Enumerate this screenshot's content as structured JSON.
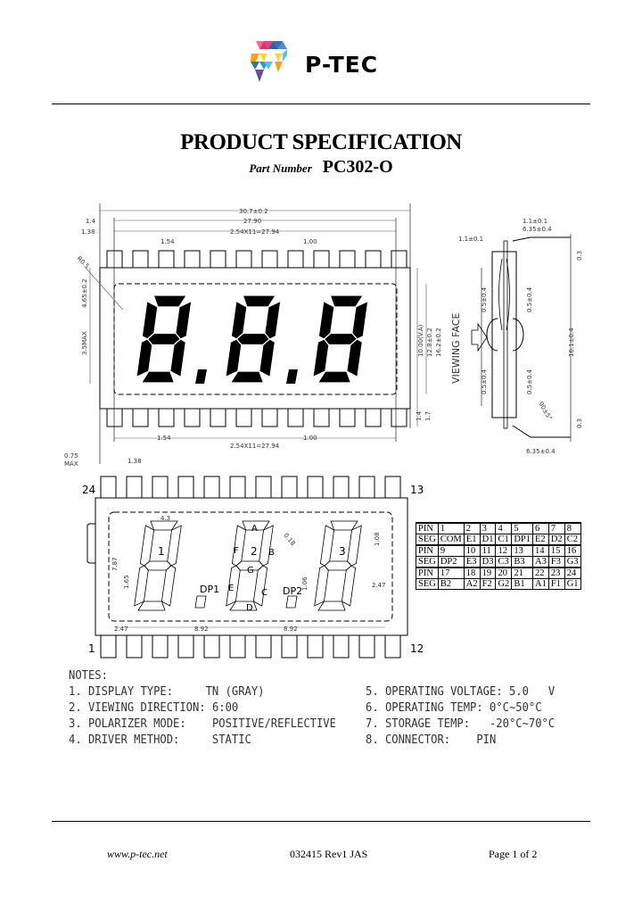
{
  "header": {
    "brand": "P-TEC",
    "logo_colors": [
      "#e8407a",
      "#3a6fb8",
      "#f7a21b",
      "#5bc0eb",
      "#6a4c9c",
      "#ffd23f"
    ]
  },
  "title": "PRODUCT SPECIFICATION",
  "part": {
    "label": "Part Number",
    "value": "PC302-O"
  },
  "front_view": {
    "dims": {
      "overall_width": "30.7±0.2",
      "inner_width": "27.90",
      "pitch_total": "2.54X11=27.94",
      "left_1": "1.4",
      "left_2": "1.38",
      "pin_w": "1.54",
      "pin_gap": "1.00",
      "radius": "R0.5",
      "height_top": "4.65±0.2",
      "seg_h": "3.5MAX",
      "va_h": "10.00(V.A)",
      "glass_h": "12.8±0.2",
      "total_h": "16.2±0.2",
      "bottom_1": "1.4",
      "bottom_2": "1.7",
      "pin_w_b": "1.54",
      "pin_gap_b": "1.00",
      "pitch_total_b": "2.54X11=27.94",
      "lead_t": "0.75",
      "lead_t_max": "MAX",
      "left_b": "1.38"
    }
  },
  "side_view": {
    "label": "VIEWING FACE",
    "dims": {
      "d1": "1.1±0.1",
      "d2": "1.1±0.1",
      "d3": "6.35±0.4",
      "d4": "0.3",
      "d5": "0.5±0.4",
      "d6": "0.5±0.4",
      "d7": "0.5±0.4",
      "d8": "0.5±0.4",
      "d9": "16.1±0.4",
      "angle": "90±5°",
      "d10": "0.3",
      "d11": "6.35±0.4"
    }
  },
  "segment_view": {
    "pin_labels": {
      "top_left": "24",
      "top_right": "13",
      "bottom_left": "1",
      "bottom_right": "12"
    },
    "digits": [
      "1",
      "2",
      "3"
    ],
    "segments": {
      "a": "A",
      "b": "B",
      "c": "C",
      "d": "D",
      "e": "E",
      "f": "F",
      "g": "G"
    },
    "dp": [
      "DP1",
      "DP2"
    ],
    "dims": {
      "w": "4.3",
      "h": "7.87",
      "low": "1.65",
      "stroke": "0.18",
      "dp_h": "1.06",
      "top": "1.08",
      "right": "2.47",
      "left": "2.47",
      "pitch1": "8.92",
      "pitch2": "8.92"
    }
  },
  "pin_table": [
    [
      "PIN",
      "1",
      "2",
      "3",
      "4",
      "5",
      "6",
      "7",
      "8"
    ],
    [
      "SEG",
      "COM",
      "E1",
      "D1",
      "C1",
      "DP1",
      "E2",
      "D2",
      "C2"
    ],
    [
      "PIN",
      "9",
      "10",
      "11",
      "12",
      "13",
      "14",
      "15",
      "16"
    ],
    [
      "SEG",
      "DP2",
      "E3",
      "D3",
      "C3",
      "B3",
      "A3",
      "F3",
      "G3"
    ],
    [
      "PIN",
      "17",
      "18",
      "19",
      "20",
      "21",
      "22",
      "23",
      "24"
    ],
    [
      "SEG",
      "B2",
      "A2",
      "F2",
      "G2",
      "B1",
      "A1",
      "F1",
      "G1"
    ]
  ],
  "notes": {
    "heading": "NOTES:",
    "left": [
      {
        "label": "1. DISPLAY TYPE:",
        "value": "TN (GRAY)"
      },
      {
        "label": "2. VIEWING DIRECTION:",
        "value": "6:00"
      },
      {
        "label": "3. POLARIZER MODE:",
        "value": "POSITIVE/REFLECTIVE"
      },
      {
        "label": "4. DRIVER METHOD:",
        "value": "STATIC"
      }
    ],
    "right": [
      {
        "label": "5. OPERATING VOLTAGE:",
        "value": "5.0   V"
      },
      {
        "label": "6. OPERATING TEMP:",
        "value": "0°C~50°C"
      },
      {
        "label": "7. STORAGE TEMP:",
        "value": "-20°C~70°C"
      },
      {
        "label": "8. CONNECTOR:",
        "value": "PIN"
      }
    ]
  },
  "footer": {
    "website": "www.p-tec.net",
    "revision": "032415 Rev1 JAS",
    "page": "Page 1 of 2"
  }
}
